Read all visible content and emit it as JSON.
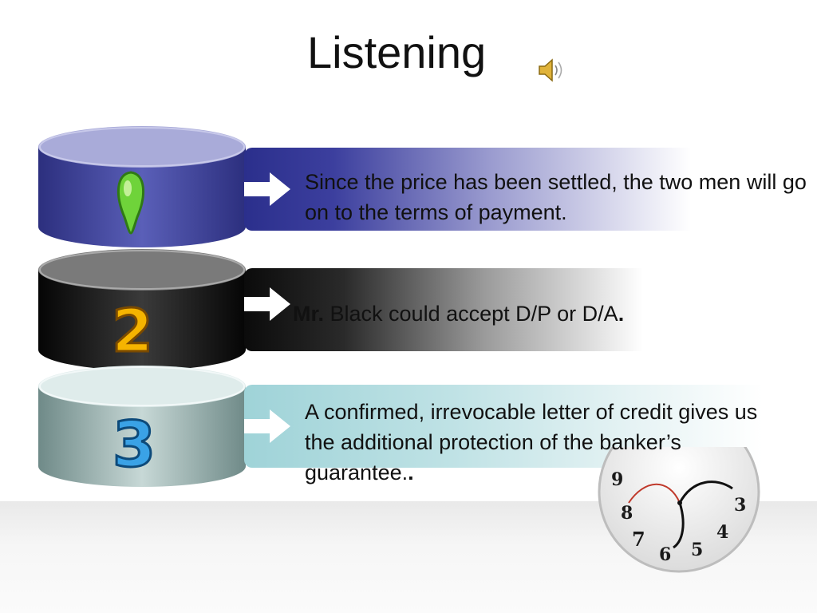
{
  "title": "Listening",
  "items": [
    {
      "number_icon": "green-oval-icon",
      "text": "Since the price has been settled, the two men will go on to the terms of payment."
    },
    {
      "number_icon": "number-2-icon",
      "prefix": "Mr.",
      "text": " Black could accept D/P or D/A",
      "suffix": "."
    },
    {
      "number_icon": "number-3-icon",
      "text": "A confirmed, irrevocable letter of credit gives us the additional protection of the banker’s guarantee.",
      "suffix": "."
    }
  ],
  "colors": {
    "cylinder1": "#3a3f9a",
    "cylinder2": "#1a1a1a",
    "cylinder3": "#9fb7b5",
    "banner3": "#9fd3d8"
  },
  "icons": {
    "audio": "speaker-icon",
    "clock": "melting-clock-icon"
  }
}
